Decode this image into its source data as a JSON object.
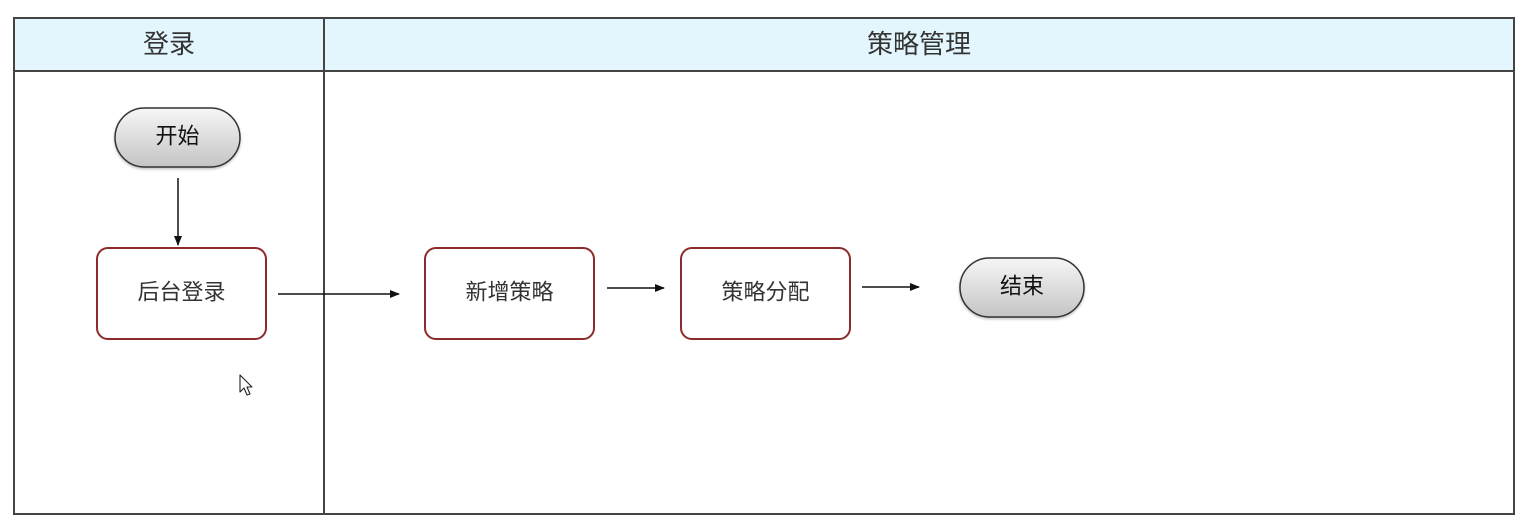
{
  "diagram": {
    "lanes": [
      {
        "id": "lane-login",
        "label": "登录"
      },
      {
        "id": "lane-strategy",
        "label": "策略管理"
      }
    ],
    "nodes": {
      "start": {
        "label": "开始",
        "kind": "terminator"
      },
      "backend_login": {
        "label": "后台登录",
        "kind": "process"
      },
      "add_strategy": {
        "label": "新增策略",
        "kind": "process"
      },
      "assign_strategy": {
        "label": "策略分配",
        "kind": "process"
      },
      "end": {
        "label": "结束",
        "kind": "terminator"
      }
    },
    "edges": [
      {
        "from": "start",
        "to": "backend_login"
      },
      {
        "from": "backend_login",
        "to": "add_strategy"
      },
      {
        "from": "add_strategy",
        "to": "assign_strategy"
      },
      {
        "from": "assign_strategy",
        "to": "end"
      }
    ],
    "colors": {
      "header_fill": "#e3f6fd",
      "border": "#444444",
      "process_border": "#8b2b2b",
      "terminator_fill_top": "#f4f4f4",
      "terminator_fill_bottom": "#c9c9c9"
    }
  }
}
